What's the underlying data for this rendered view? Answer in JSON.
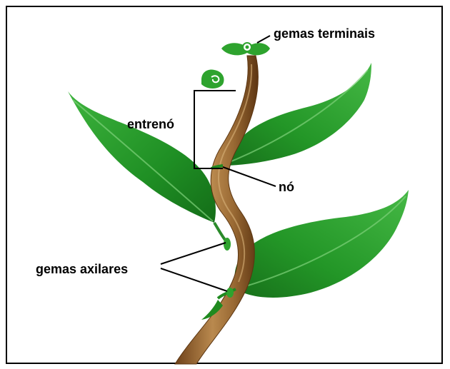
{
  "labels": {
    "terminal_buds": "gemas terminais",
    "internode": "entrenó",
    "node": "nó",
    "axillary_buds": "gemas axilares"
  },
  "colors": {
    "leaf_dark": "#1f8a1f",
    "leaf_light": "#45b845",
    "leaf_vein": "#7fd27a",
    "stem_dark": "#7a4a1e",
    "stem_light": "#c49a5c",
    "line": "#000000"
  }
}
